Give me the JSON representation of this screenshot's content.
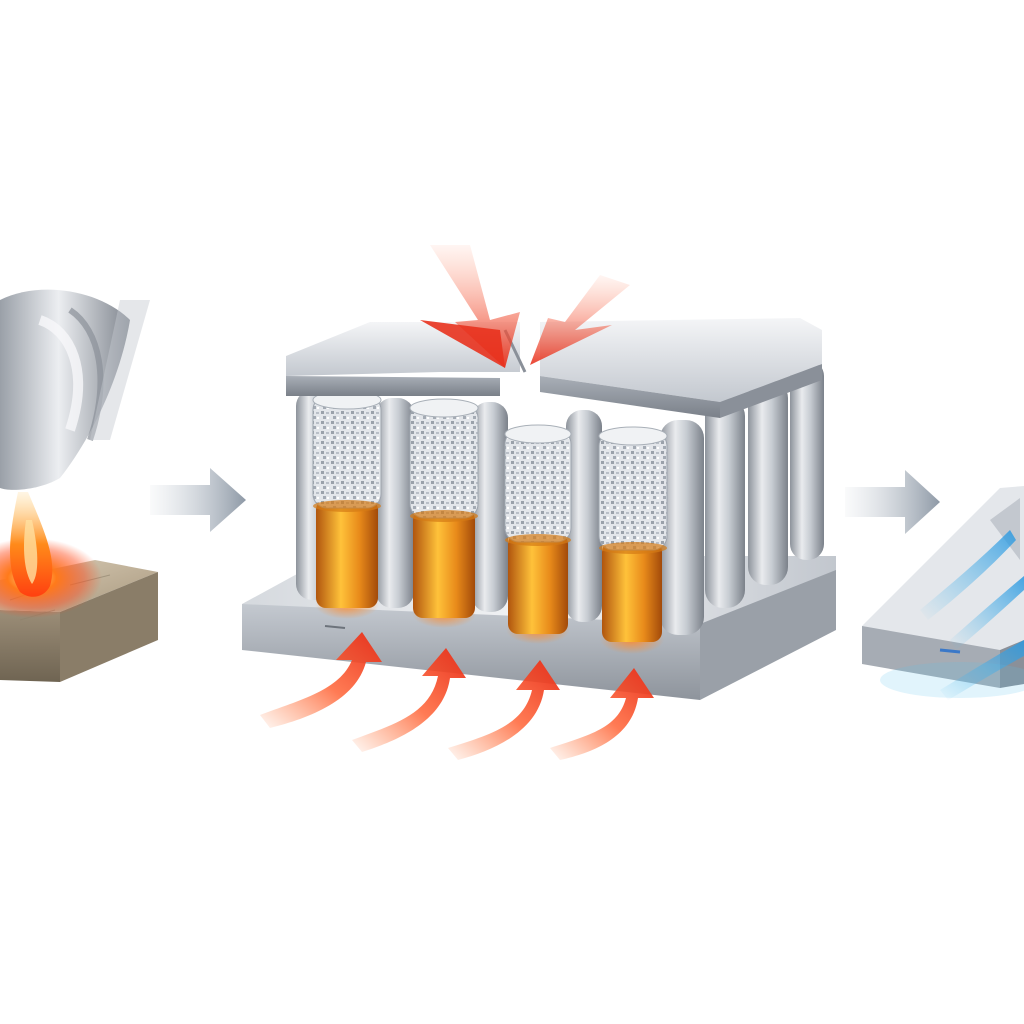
{
  "colors": {
    "background": "#ffffff",
    "steel_light": "#eef0f3",
    "steel_mid": "#b9bec6",
    "steel_dark": "#7d838c",
    "plate_top": "#c8b8a0",
    "hot_orange": "#ff6a1a",
    "hot_red": "#e8321e",
    "amber_core": "#e8a020",
    "flow_arrow": "#9aa4b0",
    "cooling_blue": "#3aa8e8"
  },
  "stages": [
    {
      "name": "heating-stage",
      "icons": [
        "torch-nozzle-icon",
        "flame-icon",
        "heated-plate-icon"
      ]
    },
    {
      "name": "pressing-stage",
      "icons": [
        "press-platen-icon",
        "pressure-arrow-icon",
        "porous-cylinder-icon",
        "heat-flow-arrow-icon"
      ]
    },
    {
      "name": "cooling-stage",
      "icons": [
        "finished-plate-icon",
        "cooling-flow-icon"
      ]
    }
  ]
}
